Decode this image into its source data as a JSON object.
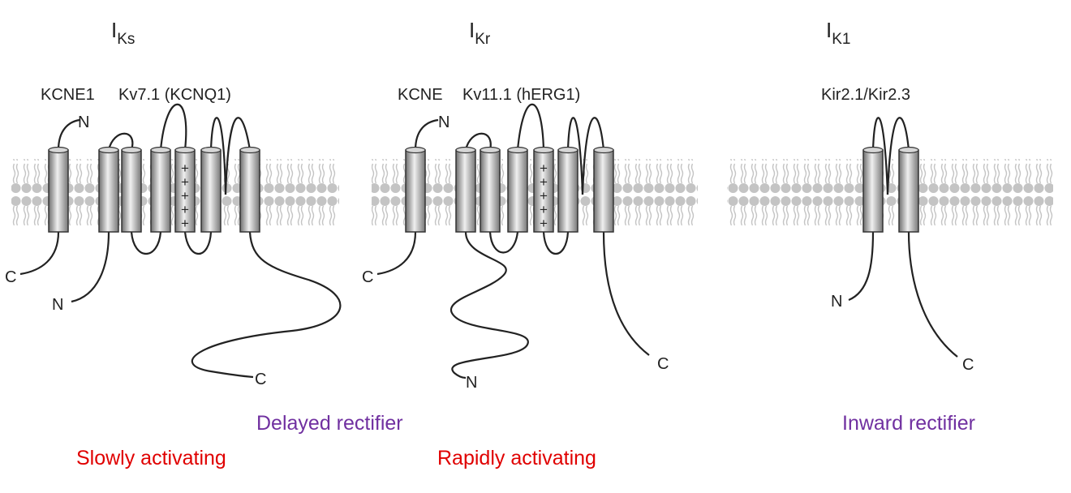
{
  "panels": {
    "iks": {
      "current_main": "I",
      "current_sub": "Ks",
      "subunit_label": "KCNE1",
      "channel_label": "Kv7.1 (KCNQ1)",
      "term_n_top": "N",
      "term_c_sub": "C",
      "term_n_channel": "N",
      "term_c_channel": "C"
    },
    "ikr": {
      "current_main": "I",
      "current_sub": "Kr",
      "subunit_label": "KCNE",
      "channel_label": "Kv11.1 (hERG1)",
      "term_n_top": "N",
      "term_c_sub": "C",
      "term_n_channel": "N",
      "term_c_channel": "C"
    },
    "ik1": {
      "current_main": "I",
      "current_sub": "K1",
      "channel_label": "Kir2.1/Kir2.3",
      "term_n_channel": "N",
      "term_c_channel": "C"
    }
  },
  "voltage_sensor_charge": "+",
  "captions": {
    "delayed": "Delayed rectifier",
    "inward": "Inward rectifier",
    "slow": "Slowly activating",
    "rapid": "Rapidly activating"
  },
  "colors": {
    "category_caption": "#7030A0",
    "kinetics_caption": "#E00000",
    "membrane": "#bdbdbd",
    "helix": "#9e9e9e",
    "loop": "#222222"
  }
}
